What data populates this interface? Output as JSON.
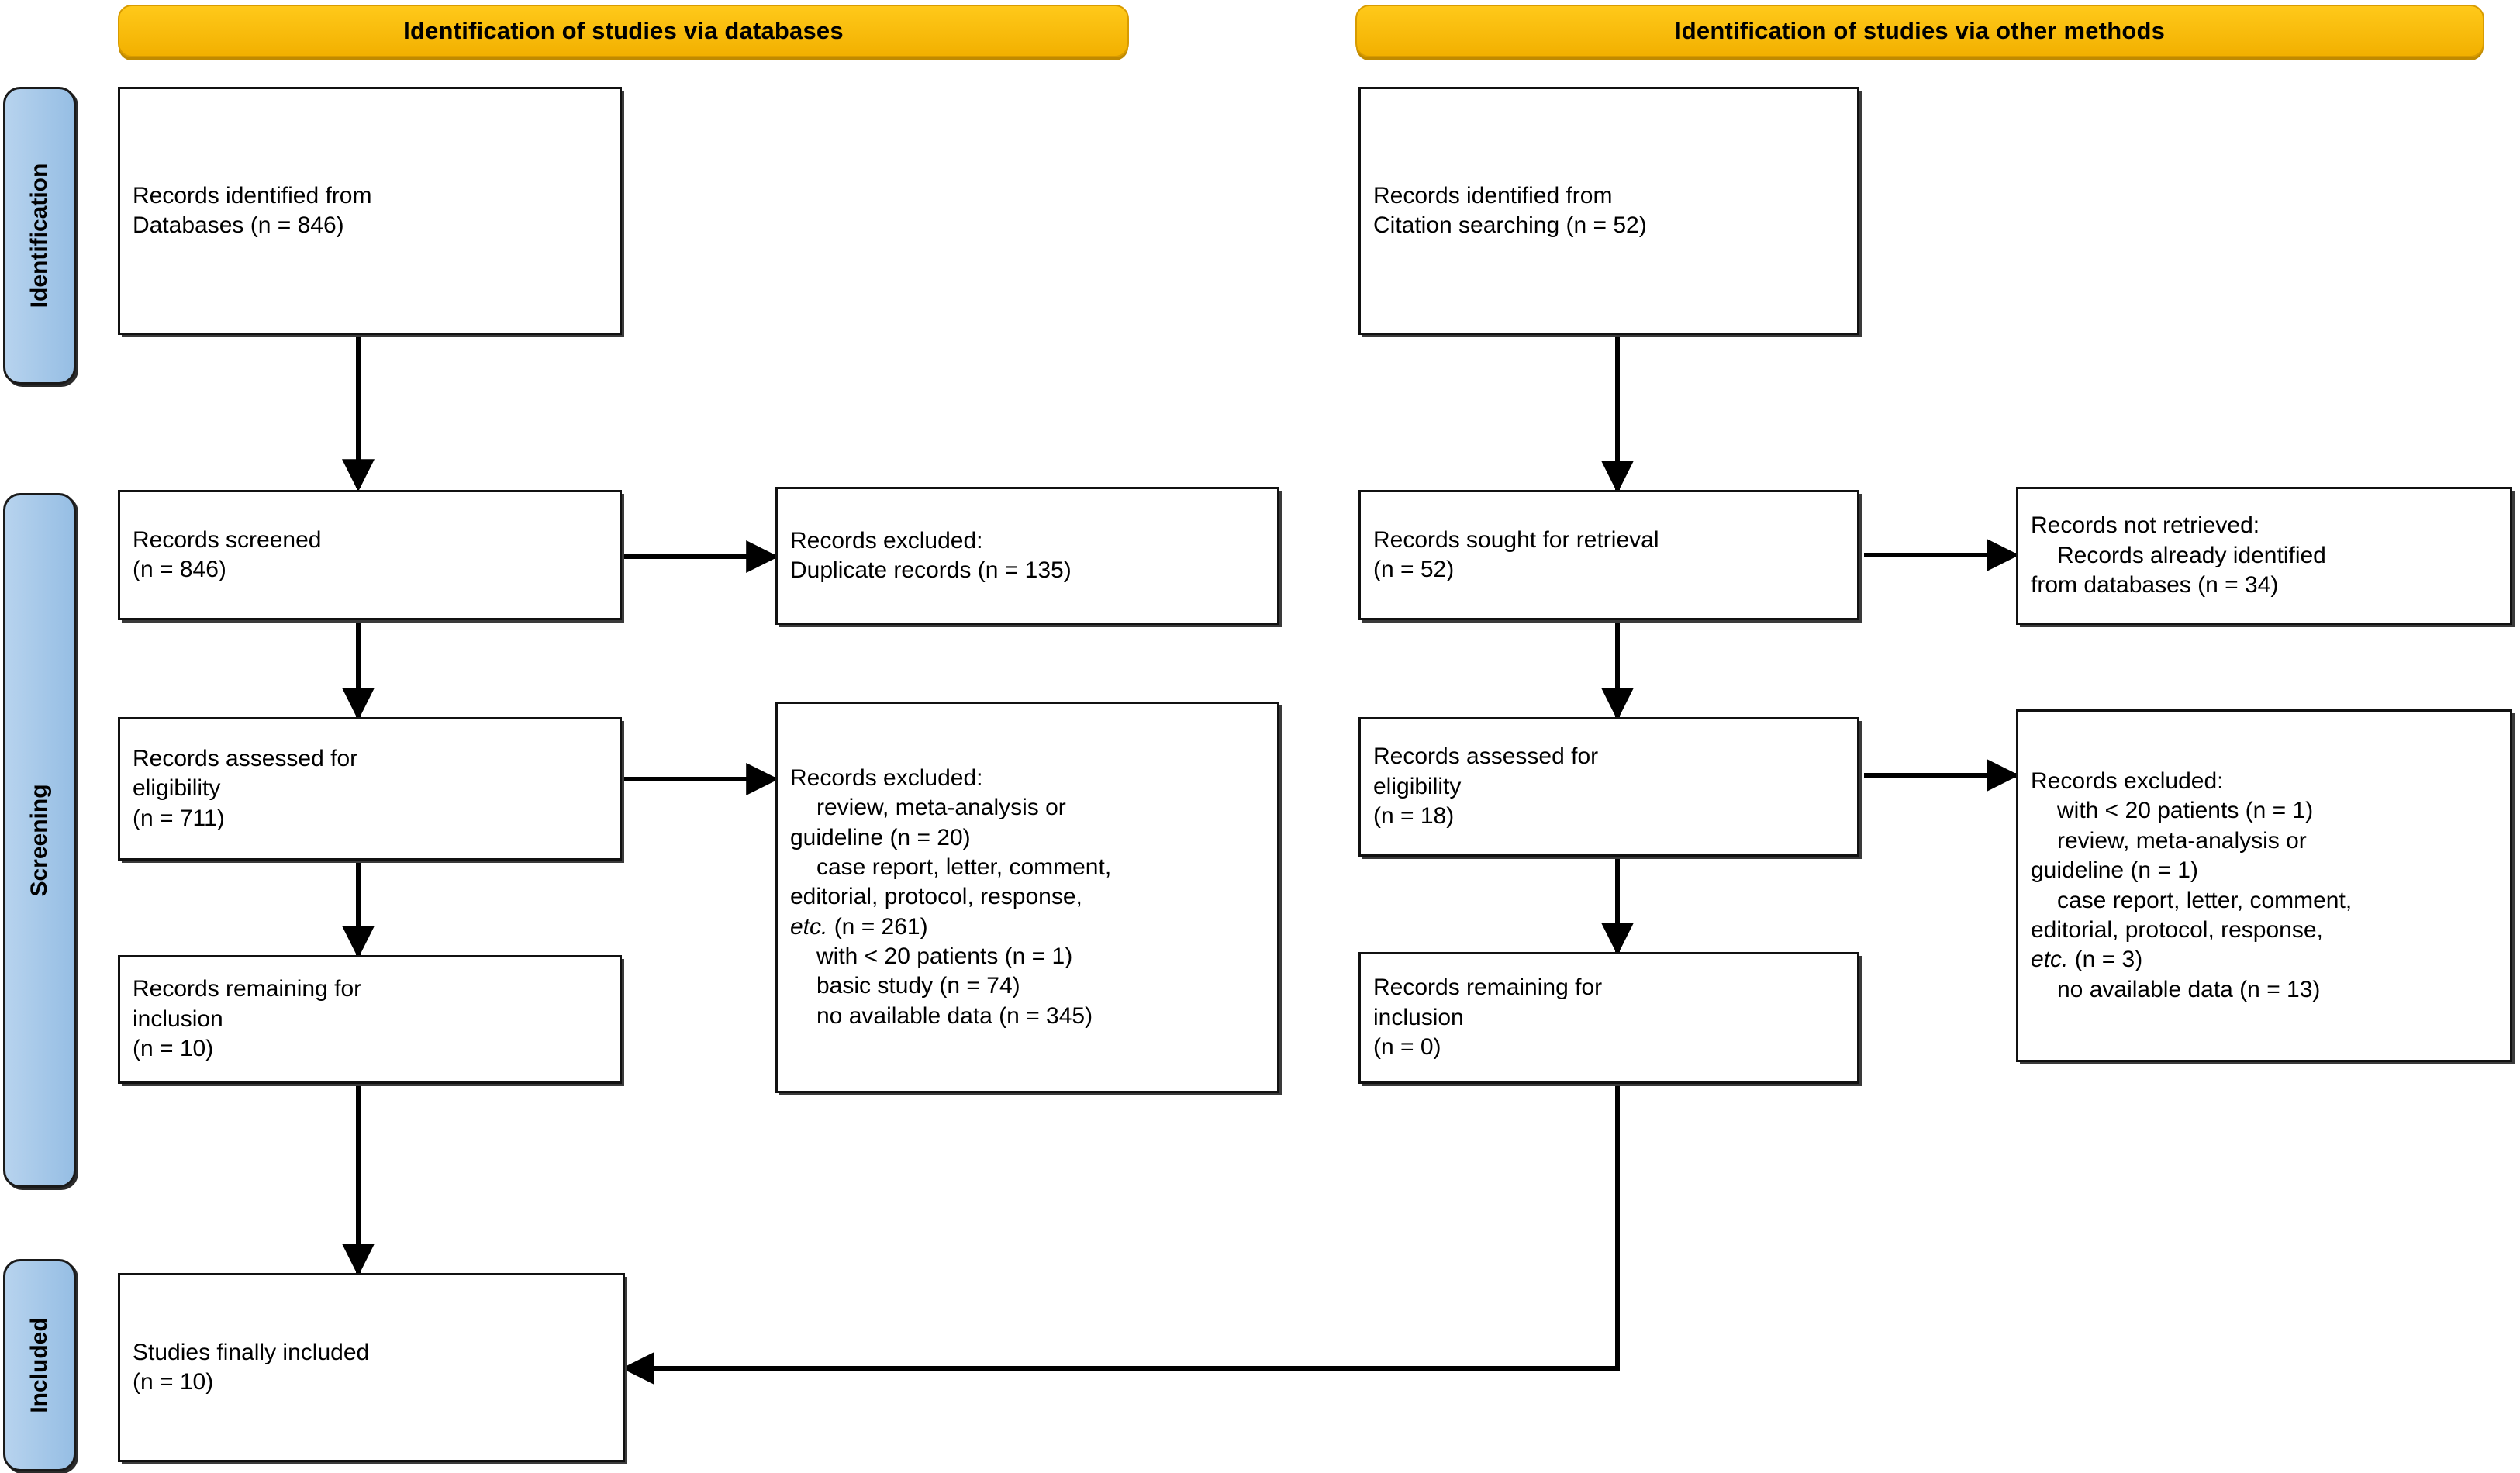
{
  "diagram": {
    "type": "prisma-flow-diagram",
    "banners": [
      {
        "id": "databases",
        "label": "Identification of studies via databases"
      },
      {
        "id": "other-methods",
        "label": "Identification of studies via other methods"
      }
    ],
    "stages": [
      {
        "id": "identification",
        "label": "Identification"
      },
      {
        "id": "screening",
        "label": "Screening"
      },
      {
        "id": "included",
        "label": "Included"
      }
    ],
    "colors": {
      "banner": "#FBBC05",
      "stage_rail": "#A3C6E8",
      "box_border": "#111111",
      "box_fill": "#FFFFFF",
      "connector": "#000000"
    },
    "nodes": {
      "db_identified": {
        "lines": [
          {
            "text": "Records identified from"
          },
          {
            "text": "Databases (n = 846)"
          }
        ]
      },
      "db_screened": {
        "lines": [
          {
            "text": "Records screened"
          },
          {
            "text": "(n = 846)"
          }
        ]
      },
      "db_excluded_dup": {
        "lines": [
          {
            "text": "Records excluded:"
          },
          {
            "text": "Duplicate records (n = 135)"
          }
        ]
      },
      "db_assessed": {
        "lines": [
          {
            "text": "Records assessed for"
          },
          {
            "text": "eligibility"
          },
          {
            "text": "(n = 711)"
          }
        ]
      },
      "db_excluded_elig": {
        "lines": [
          {
            "text": "Records excluded:",
            "indent": false
          },
          {
            "text": "review, meta-analysis or",
            "indent": true
          },
          {
            "text": "guideline (n = 20)",
            "indent": false
          },
          {
            "text": "case report, letter, comment,",
            "indent": true
          },
          {
            "text": "editorial, protocol, response,",
            "indent": false
          },
          {
            "text": "etc. (n = 261)",
            "indent": false,
            "italic_prefix": "etc."
          },
          {
            "text": "with < 20 patients (n = 1)",
            "indent": true
          },
          {
            "text": "basic study (n = 74)",
            "indent": true
          },
          {
            "text": "no available data (n = 345)",
            "indent": true
          }
        ]
      },
      "db_remaining": {
        "lines": [
          {
            "text": "Records remaining for"
          },
          {
            "text": "inclusion"
          },
          {
            "text": "(n = 10)"
          }
        ]
      },
      "om_identified": {
        "lines": [
          {
            "text": "Records identified from"
          },
          {
            "text": "Citation searching (n = 52)"
          }
        ]
      },
      "om_sought": {
        "lines": [
          {
            "text": "Records sought for retrieval"
          },
          {
            "text": "(n = 52)"
          }
        ]
      },
      "om_not_retrieved": {
        "lines": [
          {
            "text": "Records not retrieved:",
            "indent": false
          },
          {
            "text": "Records already identified",
            "indent": true
          },
          {
            "text": "from databases (n = 34)",
            "indent": false
          }
        ]
      },
      "om_assessed": {
        "lines": [
          {
            "text": "Records assessed for"
          },
          {
            "text": "eligibility"
          },
          {
            "text": "(n = 18)"
          }
        ]
      },
      "om_excluded_elig": {
        "lines": [
          {
            "text": "Records excluded:",
            "indent": false
          },
          {
            "text": "with < 20 patients (n = 1)",
            "indent": true
          },
          {
            "text": "review, meta-analysis or",
            "indent": true
          },
          {
            "text": "guideline (n = 1)",
            "indent": false
          },
          {
            "text": "case report, letter, comment,",
            "indent": true
          },
          {
            "text": "editorial, protocol, response,",
            "indent": false
          },
          {
            "text": "etc. (n = 3)",
            "indent": false,
            "italic_prefix": "etc."
          },
          {
            "text": "no available data (n = 13)",
            "indent": true
          }
        ]
      },
      "om_remaining": {
        "lines": [
          {
            "text": "Records remaining for"
          },
          {
            "text": "inclusion"
          },
          {
            "text": "(n = 0)"
          }
        ]
      },
      "final_included": {
        "lines": [
          {
            "text": "Studies finally included"
          },
          {
            "text": "(n = 10)"
          }
        ]
      }
    },
    "counts": {
      "databases_identified": 846,
      "citation_identified": 52,
      "screened": 846,
      "duplicates_excluded": 135,
      "assessed_db": 711,
      "excluded_review_meta_guideline_db": 20,
      "excluded_case_report_etc_db": 261,
      "excluded_lt20_patients_db": 1,
      "excluded_basic_study_db": 74,
      "excluded_no_data_db": 345,
      "remaining_db": 10,
      "sought_for_retrieval": 52,
      "not_retrieved": 34,
      "assessed_other": 18,
      "excluded_lt20_patients_other": 1,
      "excluded_review_meta_guideline_other": 1,
      "excluded_case_report_etc_other": 3,
      "excluded_no_data_other": 13,
      "remaining_other": 0,
      "finally_included": 10
    }
  }
}
